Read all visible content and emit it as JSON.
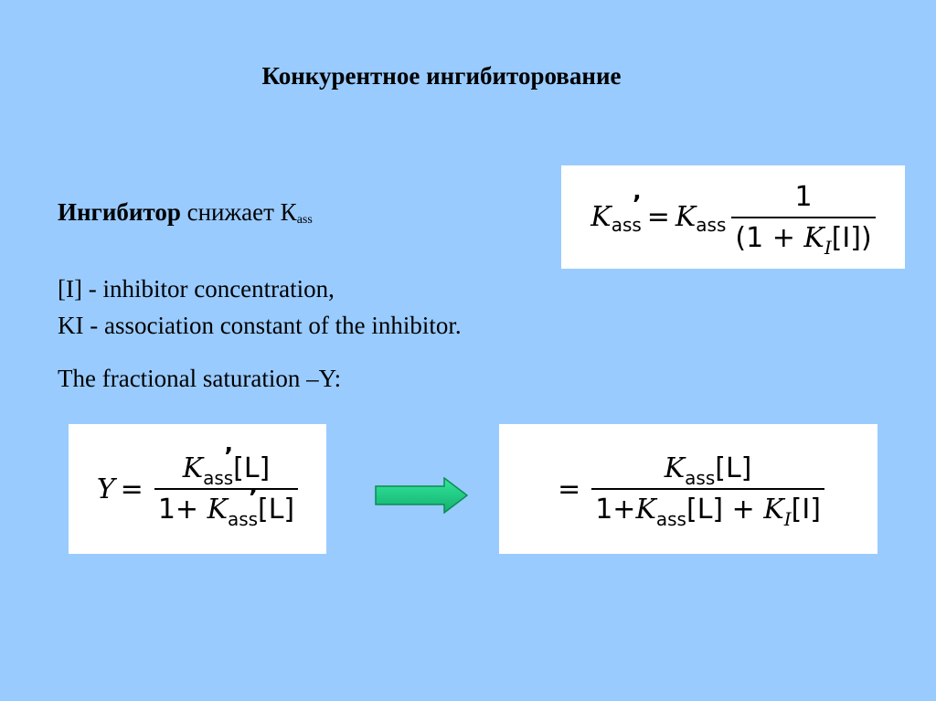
{
  "title": "Конкурентное ингибиторование",
  "inhibitor_line": {
    "bold": "Ингибитор",
    "rest": " снижает К",
    "subscript": "ass"
  },
  "definitions": {
    "i": "[I] - inhibitor concentration,",
    "ki": "KI - association constant of the inhibitor."
  },
  "saturation_line": "The fractional saturation –Y:",
  "equations": {
    "eq1": {
      "lhs_k": "K",
      "lhs_sub": "ass",
      "lhs_prime": "’",
      "equals": "=",
      "rhs_k": "K",
      "rhs_sub": "ass",
      "numerator": "1",
      "denominator_a": "(1 + ",
      "denominator_k": "K",
      "denominator_sub": "I",
      "denominator_b": "[I])"
    },
    "eq2": {
      "lhs": "Y",
      "equals": "=",
      "num_k": "K",
      "num_sub": "ass",
      "num_prime": "’",
      "num_l": "[L]",
      "den_a": "1+ ",
      "den_k": "K",
      "den_sub": "ass",
      "den_prime": "’",
      "den_l": "[L]"
    },
    "eq3": {
      "equals": "=",
      "num_k": "K",
      "num_sub": "ass",
      "num_l": "[L]",
      "den_a": "1+",
      "den_k": "K",
      "den_sub": "ass",
      "den_l": "[L] + ",
      "den_ki": "K",
      "den_ki_sub": "I",
      "den_i": "[I]"
    }
  },
  "arrow": {
    "icon": "right-arrow-icon",
    "fill_top": "#33e69a",
    "fill_bottom": "#12b070",
    "stroke": "#0d8a55"
  },
  "colors": {
    "background": "#99cbff",
    "equation_box": "#ffffff"
  }
}
